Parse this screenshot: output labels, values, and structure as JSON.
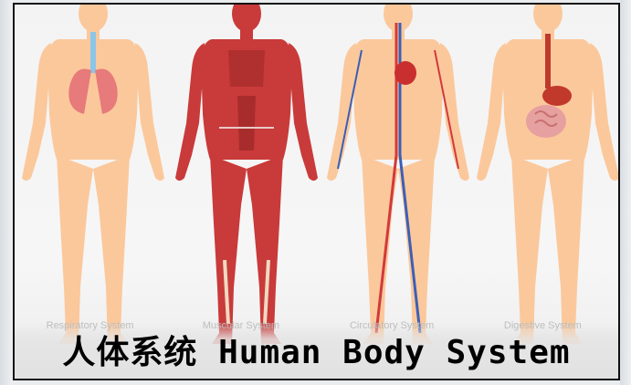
{
  "title": "人体系统 Human Body System",
  "panel_labels": [
    "Respiratory System",
    "Muscular System",
    "Circulatory System",
    "Digestive System"
  ],
  "colors": {
    "skin": "#fbc89c",
    "muscle": "#c93a3a",
    "vein": "#3c5fb5",
    "artery": "#d23a3a",
    "lung": "#e77a7a"
  }
}
